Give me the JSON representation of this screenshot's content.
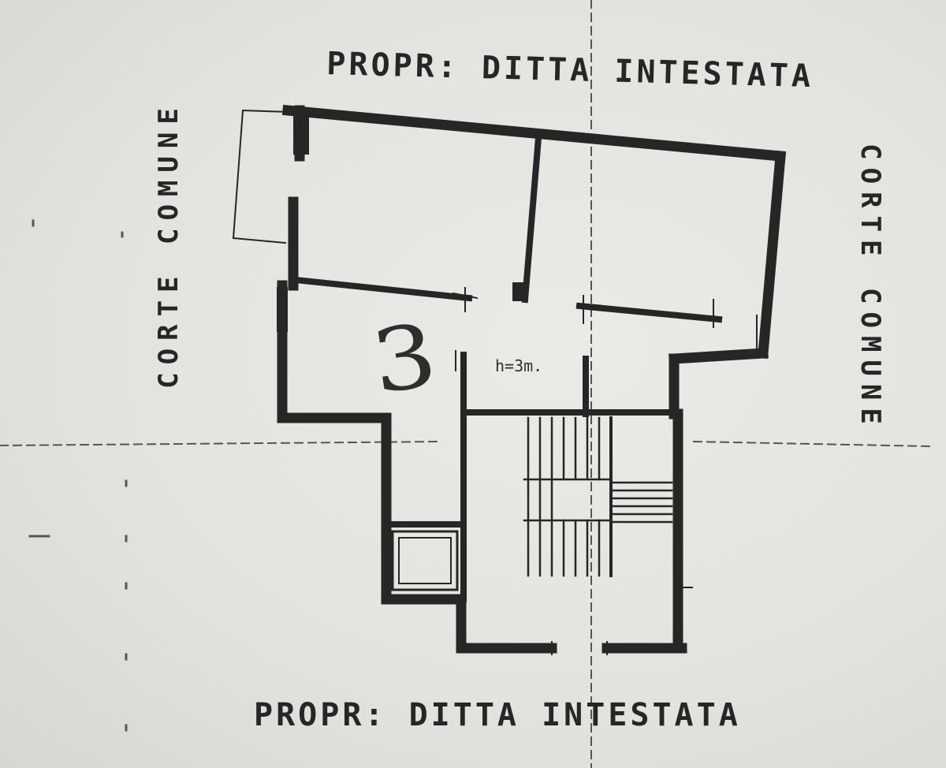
{
  "labels": {
    "top": "PROPR: DITTA  INTESTATA",
    "bottom": "PROPR: DITTA  INTESTATA",
    "left": "CORTE  COMUNE",
    "right": "CORTE  COMUNE"
  },
  "plan": {
    "unit_number": "3",
    "height_note": "h=3m."
  },
  "colors": {
    "paper": "#e4e3e0",
    "ink": "#262626"
  }
}
